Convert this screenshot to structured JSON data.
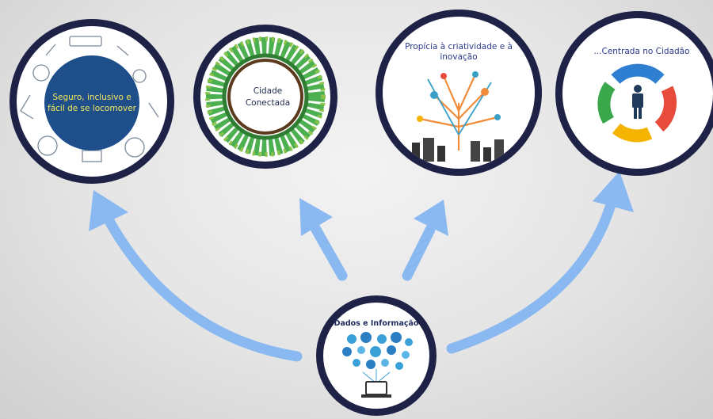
{
  "nodes": {
    "segurança": {
      "lines": [
        "Seguro, inclusivo e",
        "fácil de se locomover"
      ]
    },
    "cidade": {
      "lines": [
        "Cidade",
        "Conectada"
      ]
    },
    "criatividade": {
      "lines": [
        "Propícia à criatividade e à",
        "inovação"
      ]
    },
    "cidadao": {
      "lines": [
        "...Centrada no Cidadão"
      ]
    },
    "dados": {
      "title": "Dados e Informação"
    }
  },
  "colors": {
    "ring": "#1f2247",
    "arrow": "#8ab8f0",
    "blue_disc": "#1f4f8a",
    "green": "#4caf50",
    "cycle": [
      "#2e7fd1",
      "#e84a3c",
      "#f4b400",
      "#3aa84a"
    ]
  }
}
